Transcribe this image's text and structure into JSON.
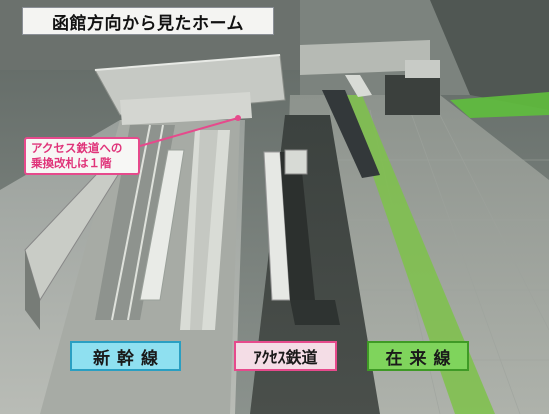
{
  "title": "函館方向から見たホーム",
  "callout": {
    "line1": "アクセス鉄道への",
    "line2": "乗換改札は１階"
  },
  "labels": {
    "shinkansen": "新幹線",
    "access": "ｱｸｾｽ鉄道",
    "zairai": "在来線"
  },
  "colors": {
    "shinkansen": "#8fe0f0",
    "access": "#f4dde6",
    "zairai": "#7fd45c",
    "callout_accent": "#e64a8c"
  }
}
